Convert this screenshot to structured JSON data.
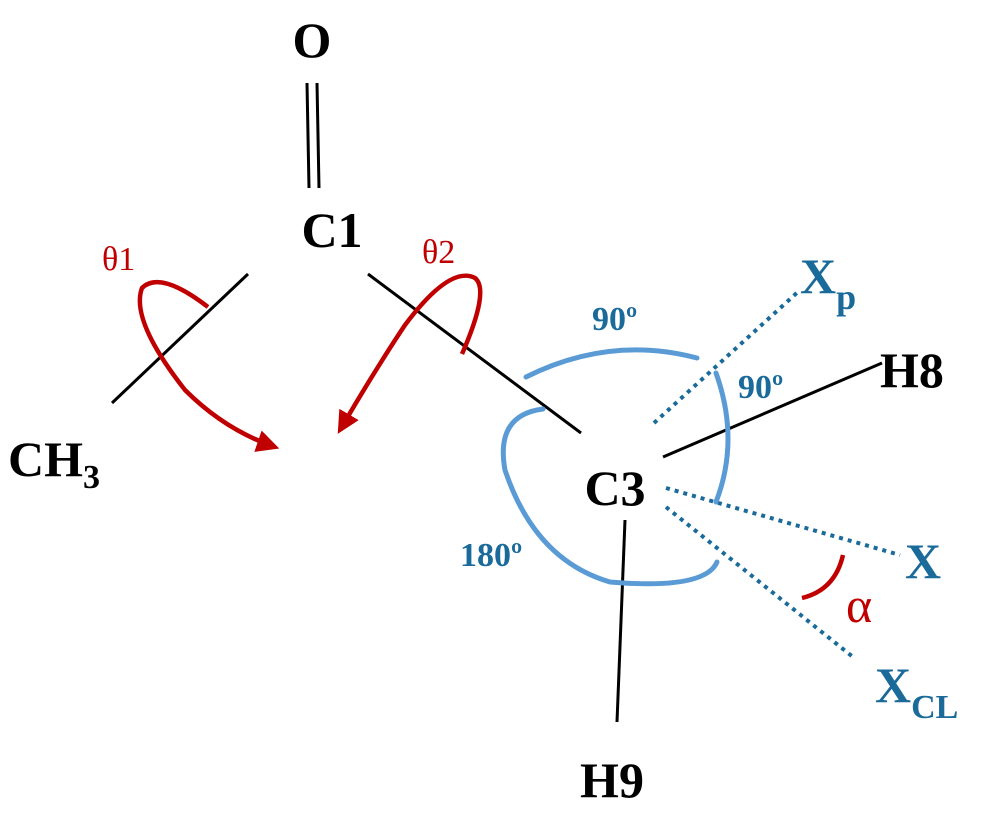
{
  "atoms": {
    "o": "O",
    "c1": "C1",
    "ch3_main": "CH",
    "ch3_sub": "3",
    "c3": "C3",
    "h8": "H8",
    "h9": "H9"
  },
  "axes": {
    "xp_main": "X",
    "xp_sub": "p",
    "x": "X",
    "xcl_main": "X",
    "xcl_sub": "CL"
  },
  "angles": {
    "top": "90º",
    "right": "90º",
    "left": "180º",
    "alpha": "α"
  },
  "torsions": {
    "theta1": "θ1",
    "theta2": "θ2"
  },
  "colors": {
    "bond": "#000000",
    "torsion": "#c00000",
    "axis": "#1a6a9a",
    "arc": "#5b9bd5"
  }
}
